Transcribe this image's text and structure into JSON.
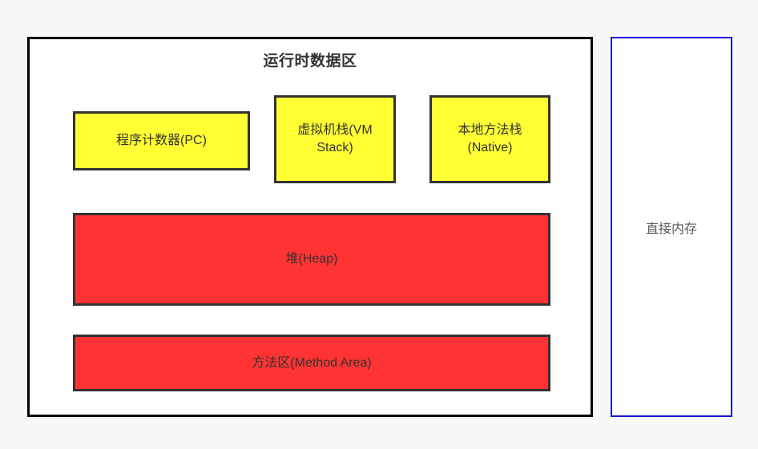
{
  "diagram": {
    "title": "运行时数据区",
    "background_color": "#f8f8f8",
    "runtime_area": {
      "frame_color": "#000000",
      "fill_color": "#ffffff",
      "blocks": [
        {
          "id": "pc",
          "label": "程序计数器(PC)",
          "fill": "#ffff33",
          "border": "#333333"
        },
        {
          "id": "vmstack",
          "label": "虚拟机栈(VM Stack)",
          "fill": "#ffff33",
          "border": "#333333"
        },
        {
          "id": "native",
          "label": "本地方法栈\n(Native)",
          "fill": "#ffff33",
          "border": "#333333"
        },
        {
          "id": "heap",
          "label": "堆(Heap)",
          "fill": "#ff3333",
          "border": "#333333"
        },
        {
          "id": "method",
          "label": "方法区(Method Area)",
          "fill": "#ff3333",
          "border": "#333333"
        }
      ]
    },
    "direct_memory": {
      "label": "直接内存",
      "border_color": "#1414dc",
      "fill_color": "#ffffff"
    }
  }
}
